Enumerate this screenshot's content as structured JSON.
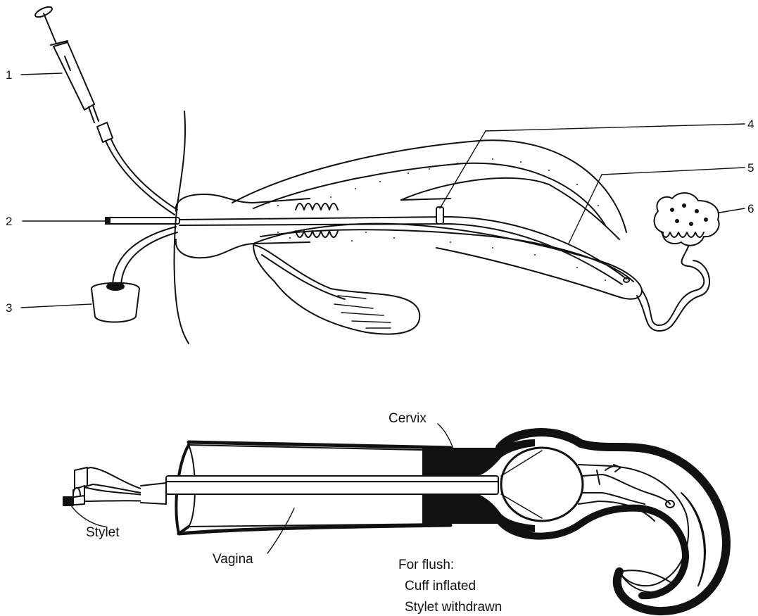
{
  "top_figure": {
    "labels": [
      "1",
      "2",
      "3",
      "4",
      "5",
      "6"
    ]
  },
  "bottom_figure": {
    "cervix_label": "Cervix",
    "stylet_label": "Stylet",
    "vagina_label": "Vagina",
    "note": {
      "heading": "For flush:",
      "line1": "Cuff inflated",
      "line2": "Stylet withdrawn"
    }
  }
}
